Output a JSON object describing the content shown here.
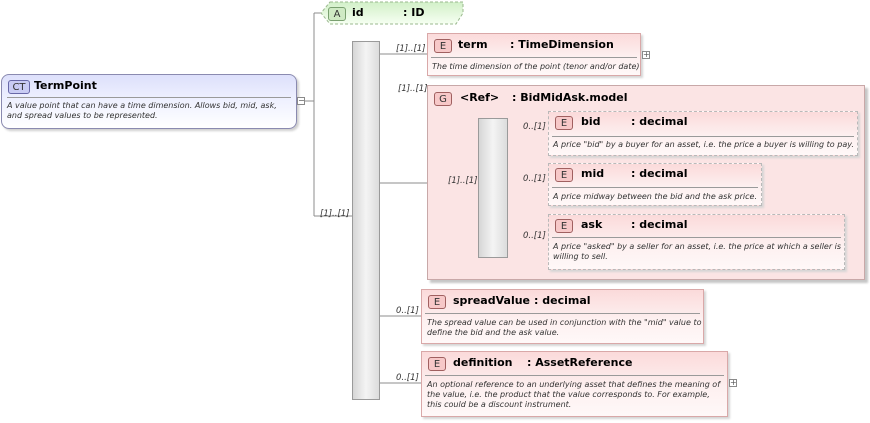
{
  "complex_type": {
    "badge": "CT",
    "name": "TermPoint",
    "description": "A value point that can have a time dimension. Allows bid, mid, ask, and spread values to be represented."
  },
  "attribute": {
    "badge": "A",
    "name": "id",
    "type": ": ID"
  },
  "sequence": {
    "cardinality": "[1]..[1]",
    "elements": [
      {
        "badge": "E",
        "name": "term",
        "type": ": TimeDimension",
        "cardinality": "[1]..[1]",
        "description": "The time dimension of the point (tenor and/or date)"
      },
      {
        "badge": "E",
        "name": "spreadValue",
        "type": ": decimal",
        "cardinality": "0..[1]",
        "description": "The spread value can be used in conjunction with the \"mid\" value to define the bid and the ask value."
      },
      {
        "badge": "E",
        "name": "definition",
        "type": ": AssetReference",
        "cardinality": "0..[1]",
        "description": "An optional reference to an underlying asset that defines the meaning of the value, i.e. the product that the value corresponds to. For example, this could be a discount instrument."
      }
    ]
  },
  "group": {
    "badge": "G",
    "ref_label": "<Ref>",
    "type": ": BidMidAsk.model",
    "cardinality": "[1]..[1]",
    "inner_cardinality": "[1]..[1]",
    "elements": [
      {
        "badge": "E",
        "name": "bid",
        "type": ": decimal",
        "cardinality": "0..[1]",
        "description": "A price \"bid\" by a buyer for an asset, i.e. the price a buyer is willing to pay."
      },
      {
        "badge": "E",
        "name": "mid",
        "type": ": decimal",
        "cardinality": "0..[1]",
        "description": "A price midway between the bid and the ask price."
      },
      {
        "badge": "E",
        "name": "ask",
        "type": ": decimal",
        "cardinality": "0..[1]",
        "description": "A price \"asked\" by a seller for an asset, i.e. the price at which a seller is willing to sell."
      }
    ]
  }
}
